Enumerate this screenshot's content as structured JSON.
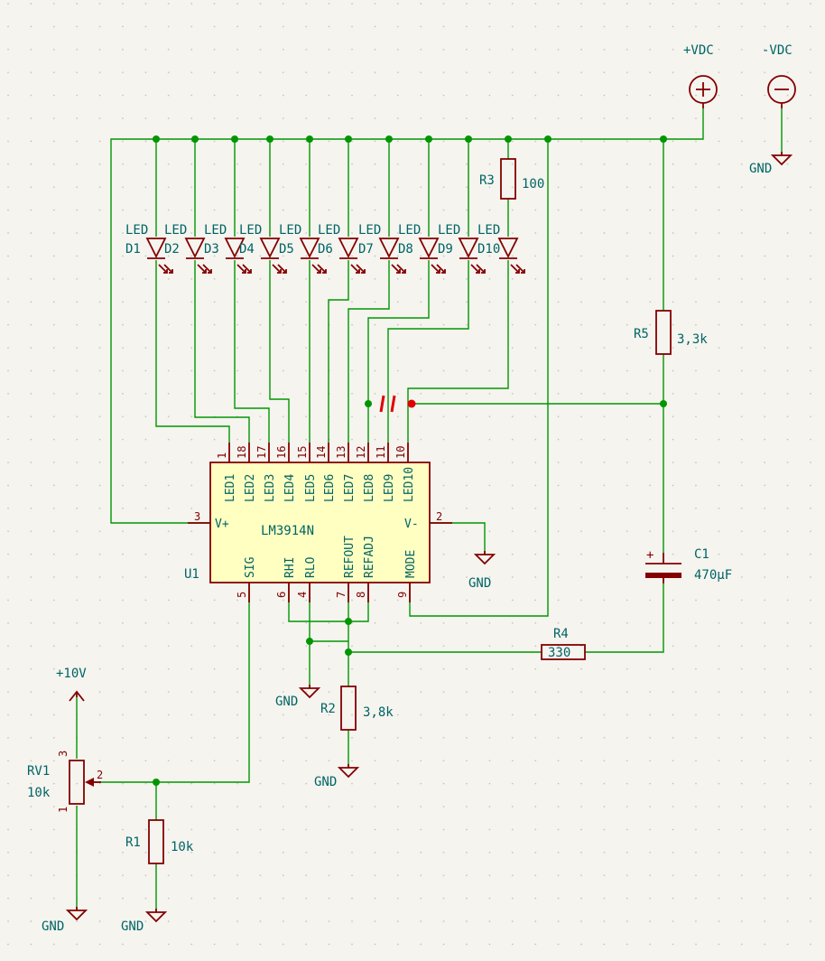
{
  "power": {
    "plus_label": "+VDC",
    "minus_label": "-VDC",
    "plus10_label": "+10V",
    "gnd_label": "GND"
  },
  "ic": {
    "ref": "U1",
    "value": "LM3914N",
    "top_pins": [
      {
        "num": "1",
        "name": "LED1"
      },
      {
        "num": "18",
        "name": "LED2"
      },
      {
        "num": "17",
        "name": "LED3"
      },
      {
        "num": "16",
        "name": "LED4"
      },
      {
        "num": "15",
        "name": "LED5"
      },
      {
        "num": "14",
        "name": "LED6"
      },
      {
        "num": "13",
        "name": "LED7"
      },
      {
        "num": "12",
        "name": "LED8"
      },
      {
        "num": "11",
        "name": "LED9"
      },
      {
        "num": "10",
        "name": "LED10"
      }
    ],
    "bottom_pins": [
      {
        "num": "5",
        "name": "SIG"
      },
      {
        "num": "6",
        "name": "RHI"
      },
      {
        "num": "4",
        "name": "RLO"
      },
      {
        "num": "7",
        "name": "REFOUT"
      },
      {
        "num": "8",
        "name": "REFADJ"
      },
      {
        "num": "9",
        "name": "MODE"
      }
    ],
    "left_pin": {
      "num": "3",
      "name": "V+"
    },
    "right_pin": {
      "num": "2",
      "name": "V-"
    }
  },
  "leds": [
    {
      "ref": "D1",
      "value": "LED"
    },
    {
      "ref": "D2",
      "value": "LED"
    },
    {
      "ref": "D3",
      "value": "LED"
    },
    {
      "ref": "D4",
      "value": "LED"
    },
    {
      "ref": "D5",
      "value": "LED"
    },
    {
      "ref": "D6",
      "value": "LED"
    },
    {
      "ref": "D7",
      "value": "LED"
    },
    {
      "ref": "D8",
      "value": "LED"
    },
    {
      "ref": "D9",
      "value": "LED"
    },
    {
      "ref": "D10",
      "value": "LED"
    }
  ],
  "resistors": {
    "r1": {
      "ref": "R1",
      "value": "10k"
    },
    "r2": {
      "ref": "R2",
      "value": "3,8k"
    },
    "r3": {
      "ref": "R3",
      "value": "100"
    },
    "r4": {
      "ref": "R4",
      "value": "330"
    },
    "r5": {
      "ref": "R5",
      "value": "3,3k"
    }
  },
  "capacitor": {
    "ref": "C1",
    "value": "470µF",
    "polarity": "+"
  },
  "pot": {
    "ref": "RV1",
    "value": "10k",
    "pins": [
      "3",
      "2",
      "1"
    ]
  },
  "colors": {
    "wire": "#009600",
    "component": "#840000",
    "label": "#006464",
    "fill": "#ffffc2",
    "error": "#e00000"
  }
}
